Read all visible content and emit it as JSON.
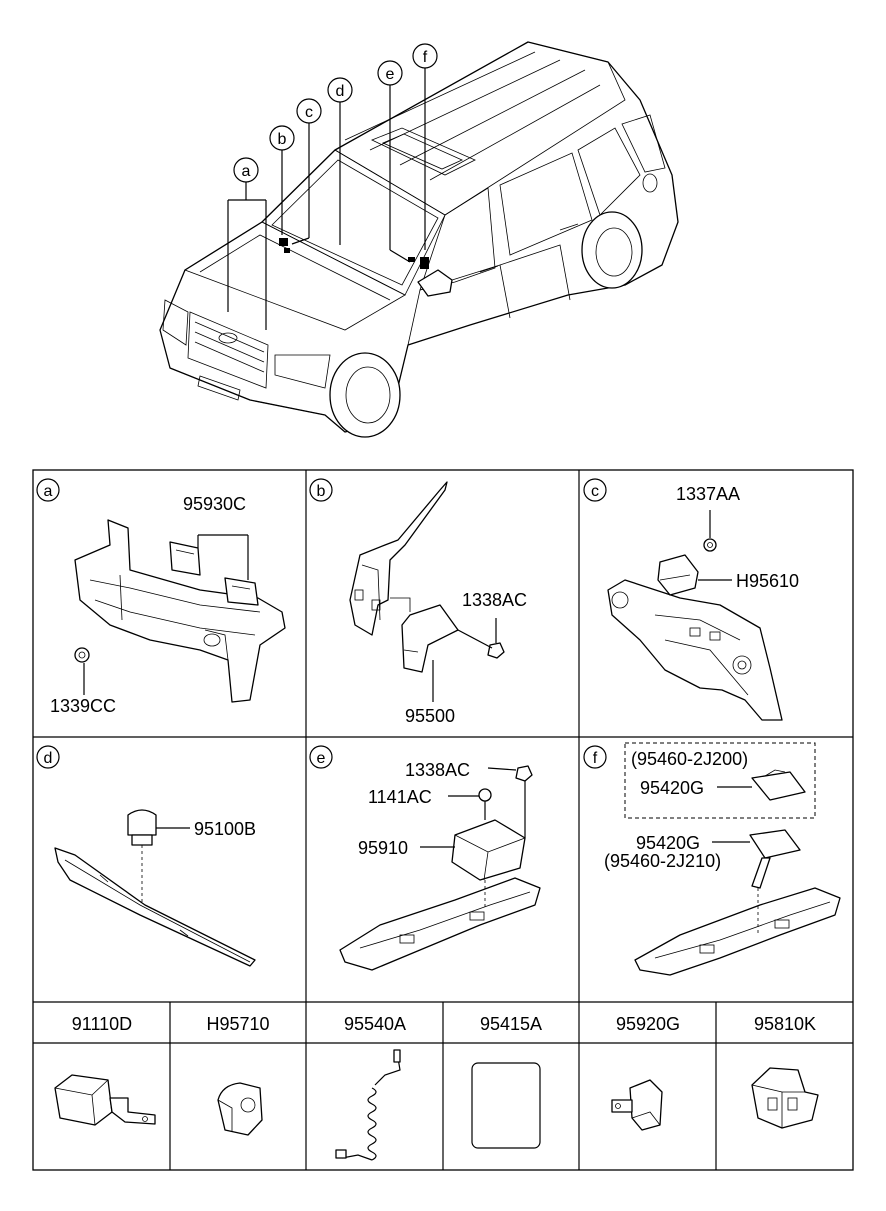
{
  "vehicle_callouts": [
    {
      "letter": "a"
    },
    {
      "letter": "b"
    },
    {
      "letter": "c"
    },
    {
      "letter": "d"
    },
    {
      "letter": "e"
    },
    {
      "letter": "f"
    }
  ],
  "panels": {
    "a": {
      "letter": "a",
      "labels": [
        "95930C",
        "1339CC"
      ]
    },
    "b": {
      "letter": "b",
      "labels": [
        "1338AC",
        "95500"
      ]
    },
    "c": {
      "letter": "c",
      "labels": [
        "1337AA",
        "H95610"
      ]
    },
    "d": {
      "letter": "d",
      "labels": [
        "95100B"
      ]
    },
    "e": {
      "letter": "e",
      "labels": [
        "1338AC",
        "1141AC",
        "95910"
      ]
    },
    "f": {
      "letter": "f",
      "labels": [
        "(95460-2J200)",
        "95420G",
        "95420G",
        "(95460-2J210)"
      ]
    }
  },
  "bottom_row": [
    {
      "part": "91110D",
      "icon": "relay-bracket-icon"
    },
    {
      "part": "H95710",
      "icon": "sensor-icon"
    },
    {
      "part": "95540A",
      "icon": "coil-cable-icon"
    },
    {
      "part": "95415A",
      "icon": "label-plate-icon"
    },
    {
      "part": "95920G",
      "icon": "impact-sensor-icon"
    },
    {
      "part": "95810K",
      "icon": "module-icon"
    }
  ]
}
